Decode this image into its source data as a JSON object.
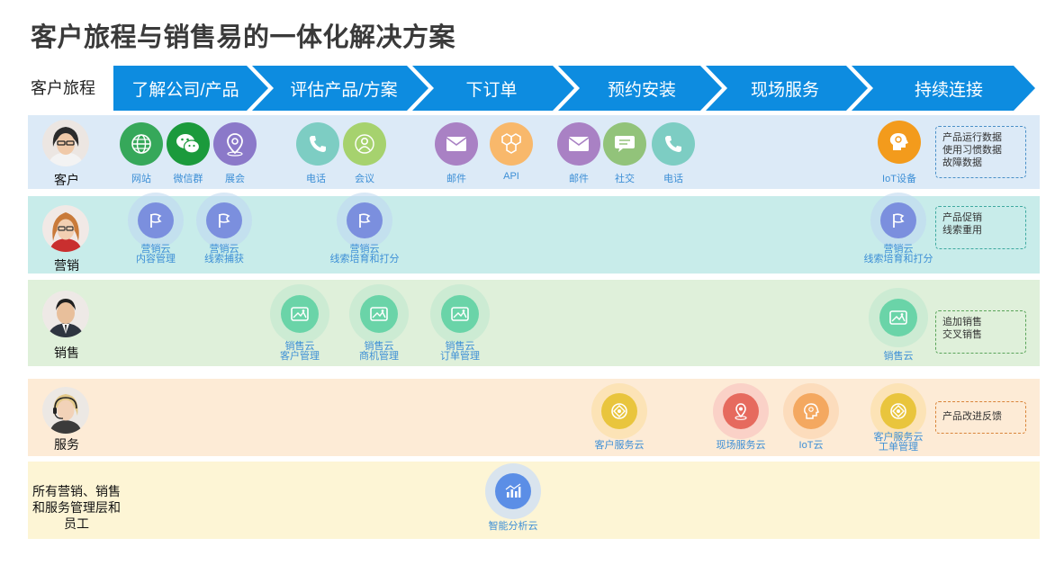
{
  "title": "客户旅程与销售易的一体化解决方案",
  "journey": {
    "label": "客户旅程",
    "stages": [
      "了解公司/产品",
      "评估产品/方案",
      "下订单",
      "预约安装",
      "现场服务",
      "持续连接"
    ],
    "color": "#0d8ce0"
  },
  "rows": {
    "customer": {
      "label": "客户",
      "channels": [
        "网站",
        "微信群",
        "展会",
        "电话",
        "会议",
        "邮件",
        "API",
        "邮件",
        "社交",
        "电话",
        "IoT设备"
      ],
      "note": [
        "产品运行数据",
        "使用习惯数据",
        "故障数据"
      ]
    },
    "marketing": {
      "label": "营销",
      "clouds": [
        {
          "name": "营销云",
          "sub": "内容管理"
        },
        {
          "name": "营销云",
          "sub": "线索捕获"
        },
        {
          "name": "营销云",
          "sub": "线索培育和打分"
        },
        {
          "name": "营销云",
          "sub": "线索培育和打分"
        }
      ],
      "note": [
        "产品促销",
        "线索重用"
      ]
    },
    "sales": {
      "label": "销售",
      "clouds": [
        {
          "name": "销售云",
          "sub": "客户管理"
        },
        {
          "name": "销售云",
          "sub": "商机管理"
        },
        {
          "name": "销售云",
          "sub": "订单管理"
        },
        {
          "name": "销售云",
          "sub": ""
        }
      ],
      "note": [
        "追加销售",
        "交叉销售"
      ]
    },
    "service": {
      "label": "服务",
      "clouds": [
        {
          "name": "客户服务云",
          "sub": ""
        },
        {
          "name": "现场服务云",
          "sub": ""
        },
        {
          "name": "IoT云",
          "sub": ""
        },
        {
          "name": "客户服务云",
          "sub": "工单管理"
        }
      ],
      "note": [
        "产品改进反馈"
      ]
    },
    "management": {
      "label": "所有营销、销售和服务管理层和员工",
      "clouds": [
        {
          "name": "智能分析云",
          "sub": ""
        }
      ]
    }
  },
  "colors": {
    "band_customer": "#dceaf7",
    "band_marketing": "#c8ecea",
    "band_sales": "#dff0da",
    "band_service": "#fdebd6",
    "band_management": "#fdf5d5"
  }
}
